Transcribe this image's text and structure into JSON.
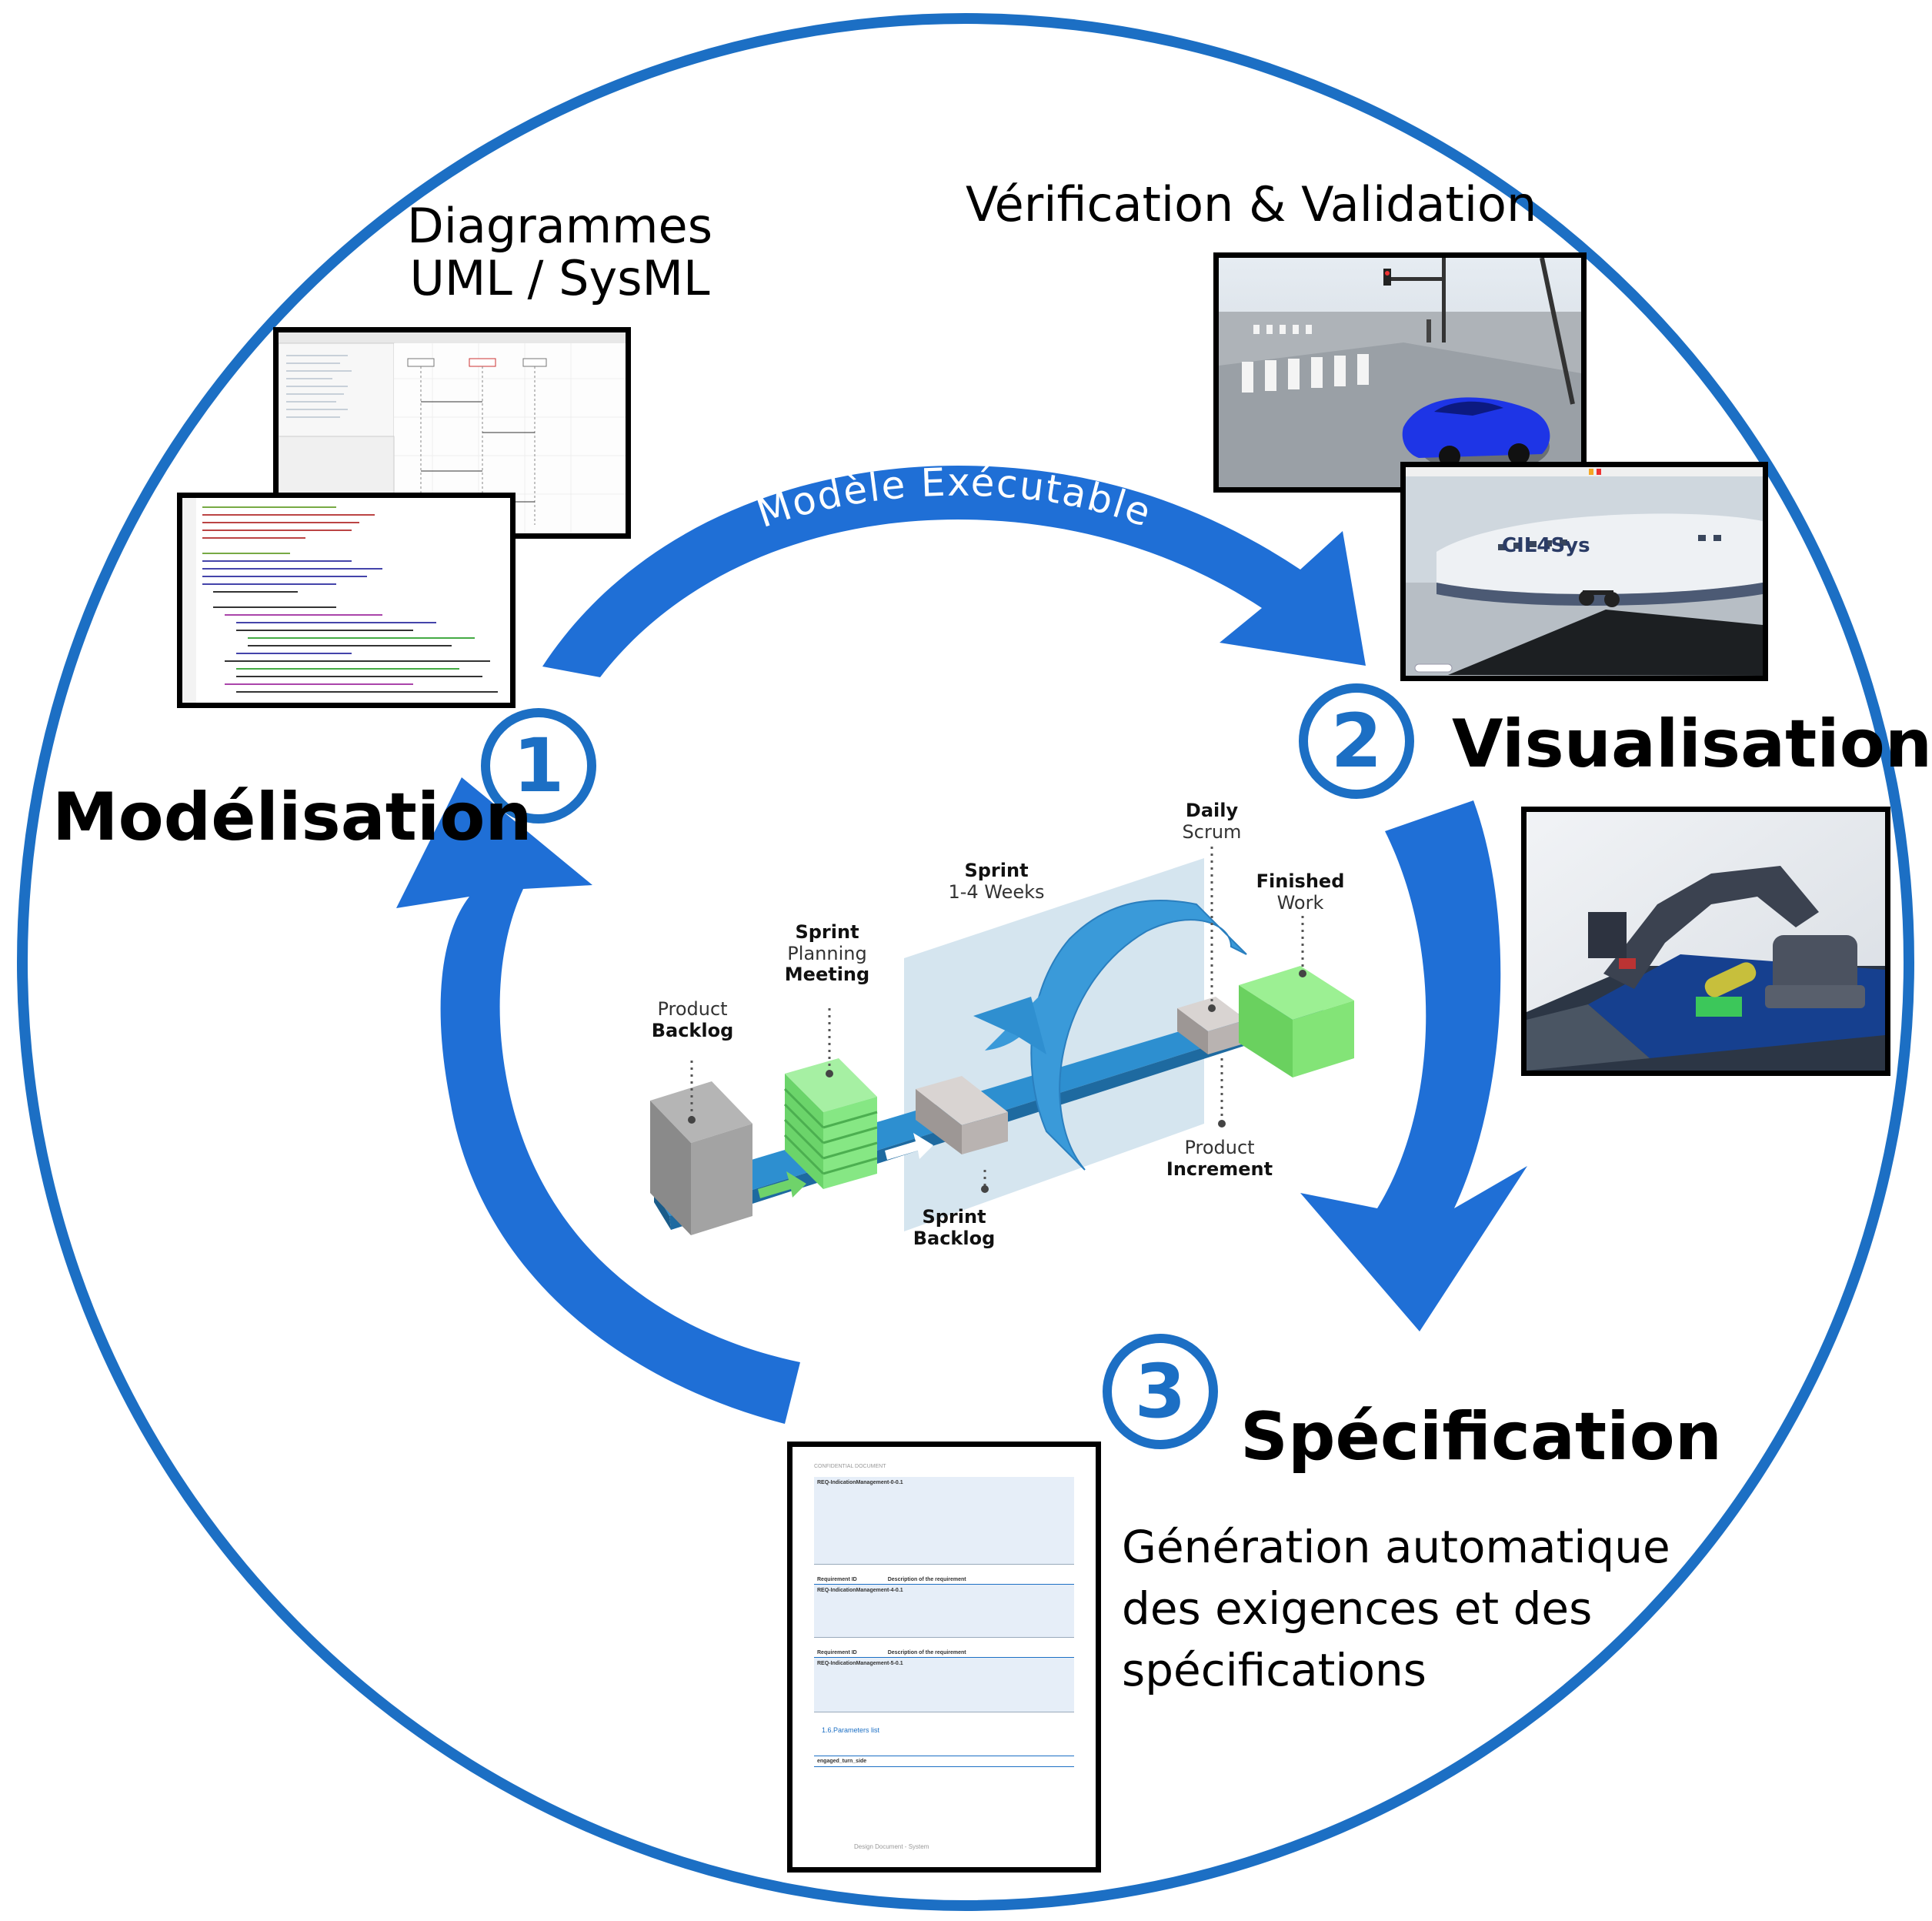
{
  "colors": {
    "accent": "#1c6fc4",
    "ring": "#1c6fc4",
    "arrow": "#1f6fd6"
  },
  "steps": [
    {
      "number": "1",
      "title": "Modélisation"
    },
    {
      "number": "2",
      "title": "Visualisation"
    },
    {
      "number": "3",
      "title": "Spécification"
    }
  ],
  "captions": {
    "diagrams": [
      "Diagrammes",
      "UML / SysML"
    ],
    "vv": "Vérification & Validation",
    "arrow": "Modèle Exécutable",
    "generation": [
      "Génération automatique",
      "des exigences et des",
      "spécifications"
    ]
  },
  "scrum": {
    "product_backlog": [
      "Product",
      "Backlog"
    ],
    "sprint_planning": [
      "Sprint",
      "Planning",
      "Meeting"
    ],
    "sprint_weeks": [
      "Sprint",
      "1-4 Weeks"
    ],
    "daily_scrum": [
      "Daily",
      "Scrum"
    ],
    "finished_work": [
      "Finished",
      "Work"
    ],
    "sprint_backlog": [
      "Sprint",
      "Backlog"
    ],
    "product_increment": [
      "Product",
      "Increment"
    ]
  },
  "screens": {
    "drone_logo": "CIL4Sys"
  },
  "document": {
    "header": "CONFIDENTIAL DOCUMENT",
    "req1": "REQ-IndicationManagement-0-0.1",
    "col_req": "Requirement ID",
    "col_desc": "Description of the requirement",
    "req2": "REQ-IndicationManagement-4-0.1",
    "req3": "REQ-IndicationManagement-5-0.1",
    "params_title": "1.6.Parameters list",
    "param_name": "engaged_turn_side",
    "footer": "Design Document - System"
  }
}
